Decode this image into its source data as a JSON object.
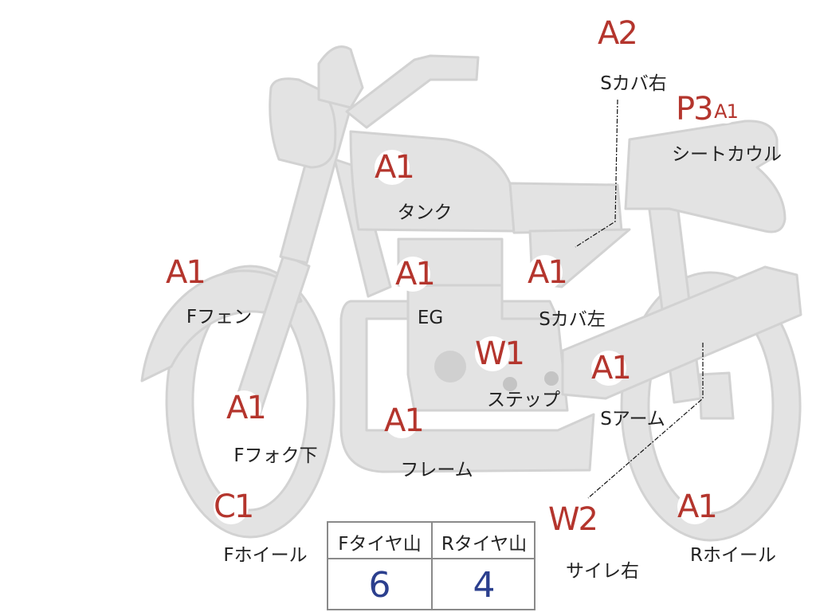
{
  "colors": {
    "part_fill": "#e3e3e3",
    "part_stroke": "#d2d2d2",
    "grade_text": "#b4352d",
    "label_text": "#222222",
    "value_text": "#2b3f8e"
  },
  "parts": [
    {
      "id": "seat-side-cover-right",
      "grade": "A2",
      "label": "Sカバ右"
    },
    {
      "id": "seat-cowl",
      "grade": "P3",
      "sub_grade": "A1",
      "label": "シートカウル"
    },
    {
      "id": "tank",
      "grade": "A1",
      "label": "タンク"
    },
    {
      "id": "front-fender",
      "grade": "A1",
      "label": "Fフェン"
    },
    {
      "id": "engine",
      "grade": "A1",
      "label": "EG"
    },
    {
      "id": "side-cover-left",
      "grade": "A1",
      "label": "Sカバ左"
    },
    {
      "id": "step",
      "grade": "W1",
      "label": "ステップ"
    },
    {
      "id": "swing-arm",
      "grade": "A1",
      "label": "Sアーム"
    },
    {
      "id": "front-fork-lower",
      "grade": "A1",
      "label": "Fフォク下"
    },
    {
      "id": "frame",
      "grade": "A1",
      "label": "フレーム"
    },
    {
      "id": "front-wheel",
      "grade": "C1",
      "label": "Fホイール"
    },
    {
      "id": "muffler-right",
      "grade": "W2",
      "label": "サイレ右"
    },
    {
      "id": "rear-wheel",
      "grade": "A1",
      "label": "Rホイール"
    }
  ],
  "tread_table": {
    "front_header": "Fタイヤ山",
    "rear_header": "Rタイヤ山",
    "front_value": "6",
    "rear_value": "4"
  }
}
